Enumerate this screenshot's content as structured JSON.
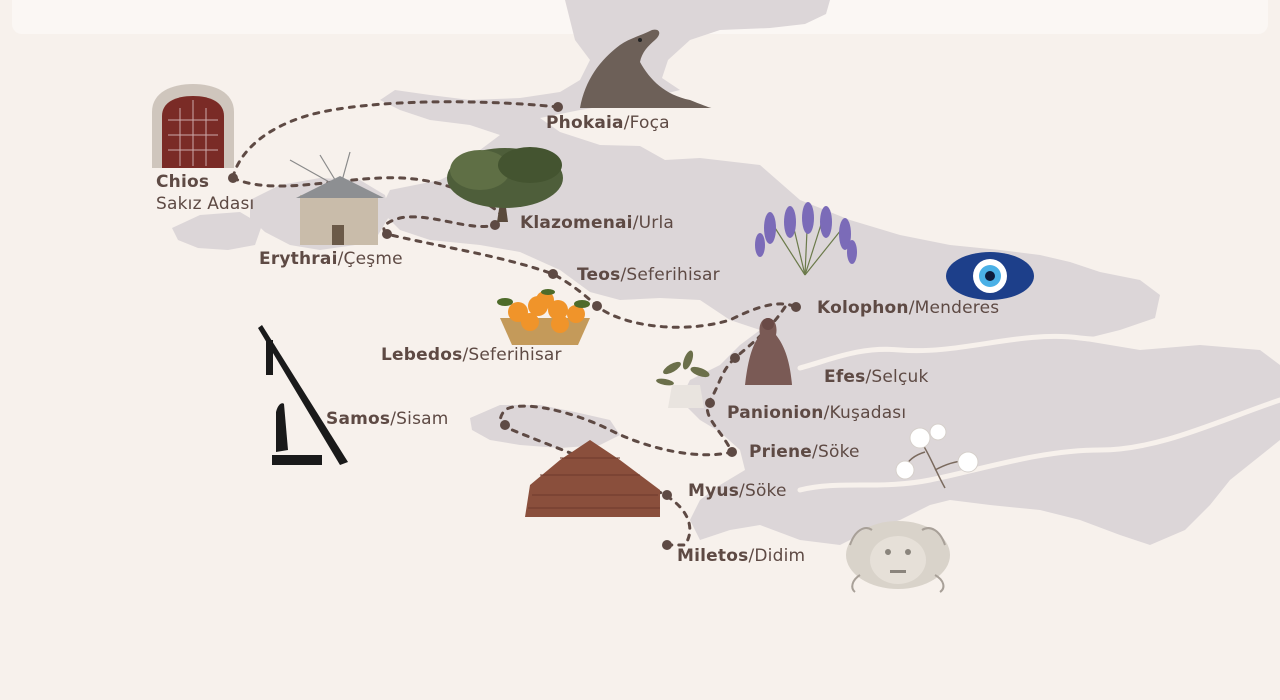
{
  "colors": {
    "background": "#f7f1ec",
    "land": "#dcd6d8",
    "route": "#5e4a44",
    "text": "#5e4a44"
  },
  "locations": [
    {
      "id": "phokaia",
      "name": "Phokaia",
      "modern": "Foça",
      "icon": "sea-lion-icon"
    },
    {
      "id": "chios",
      "name": "Chios",
      "modern": "Sakız Adası",
      "icon": "arched-door-icon"
    },
    {
      "id": "klazomenai",
      "name": "Klazomenai",
      "modern": "Urla",
      "icon": "olive-tree-icon"
    },
    {
      "id": "erythrai",
      "name": "Erythrai",
      "modern": "Çeşme",
      "icon": "windmill-icon"
    },
    {
      "id": "teos",
      "name": "Teos",
      "modern": "Seferihisar",
      "icon": "lavender-icon"
    },
    {
      "id": "kolophon",
      "name": "Kolophon",
      "modern": "Menderes",
      "icon": "evil-eye-icon"
    },
    {
      "id": "lebedos",
      "name": "Lebedos",
      "modern": "Seferihisar",
      "icon": "mandarin-basket-icon"
    },
    {
      "id": "efes",
      "name": "Efes",
      "modern": "Selçuk",
      "icon": "virgin-mary-statue-icon"
    },
    {
      "id": "panionion",
      "name": "Panionion",
      "modern": "Kuşadası",
      "icon": "plant-vase-icon"
    },
    {
      "id": "samos",
      "name": "Samos",
      "modern": "Sisam",
      "icon": "pythagoras-monument-icon"
    },
    {
      "id": "priene",
      "name": "Priene",
      "modern": "Söke",
      "icon": "cotton-icon"
    },
    {
      "id": "myus",
      "name": "Myus",
      "modern": "Söke",
      "icon": "brick-ruin-icon"
    },
    {
      "id": "miletos",
      "name": "Miletos",
      "modern": "Didim",
      "icon": "medusa-head-icon"
    }
  ]
}
